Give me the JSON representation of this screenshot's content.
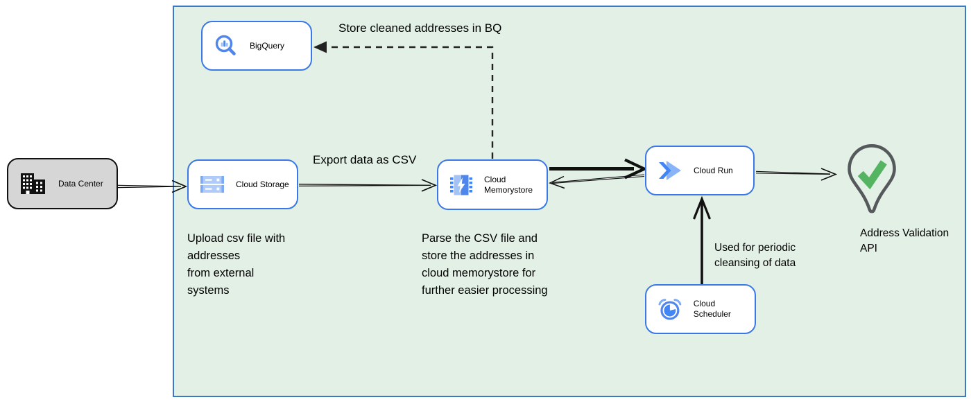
{
  "colors": {
    "container_fill": "#e3f0e6",
    "container_border": "#3c78c8",
    "node_border": "#3b78e7",
    "accent_blue": "#4285f4",
    "light_blue": "#aecbfa",
    "mid_blue": "#7baaf7",
    "datacenter_fill": "#d6d6d6",
    "pin_outline": "#55595c",
    "check_green": "#55b462",
    "text_color": "#000000"
  },
  "nodes": {
    "data_center": {
      "label": "Data Center"
    },
    "bigquery": {
      "label": "BigQuery"
    },
    "cloud_storage": {
      "label": "Cloud Storage"
    },
    "cloud_memorystore": {
      "label": "Cloud\nMemorystore"
    },
    "cloud_run": {
      "label": "Cloud Run"
    },
    "cloud_scheduler": {
      "label": "Cloud Scheduler"
    },
    "address_validation_api": {
      "label": "Address Validation\nAPI"
    }
  },
  "edge_labels": {
    "store_cleaned": "Store cleaned addresses in BQ",
    "export_csv": "Export data as CSV",
    "periodic_cleansing": "Used for periodic\ncleansing of data"
  },
  "annotations": {
    "upload_note": "Upload csv file with\naddresses\nfrom external\nsystems",
    "parse_note": "Parse the CSV file and\nstore the addresses in\ncloud  memorystore for\nfurther easier processing"
  }
}
